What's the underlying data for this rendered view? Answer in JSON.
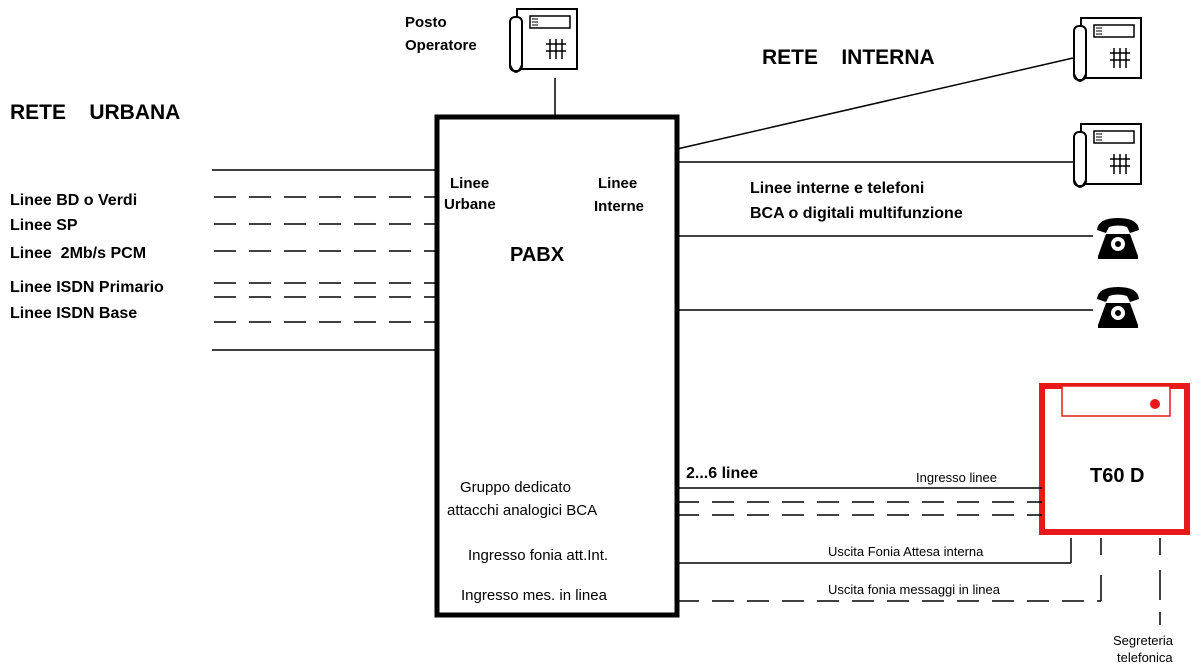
{
  "titles": {
    "rete_urbana": "RETE    URBANA",
    "rete_interna": "RETE    INTERNA"
  },
  "operator": {
    "line1": "Posto",
    "line2": "Operatore"
  },
  "pabx": {
    "label": "PABX",
    "linee_urbane_1": "Linee",
    "linee_urbane_2": "Urbane",
    "linee_interne_1": "Linee",
    "linee_interne_2": "Interne",
    "gruppo_1": "Gruppo dedicato",
    "gruppo_2": "attacchi analogici BCA",
    "ingresso_fonia": "Ingresso fonia att.Int.",
    "ingresso_mes": "Ingresso mes. in linea"
  },
  "urban_lines": [
    "Linee BD o Verdi",
    "Linee SP",
    "Linee  2Mb/s PCM",
    "Linee ISDN Primario",
    "Linee ISDN Base"
  ],
  "internal_desc": {
    "line1": "Linee interne e telefoni",
    "line2": "BCA o digitali multifunzione"
  },
  "t60d": {
    "label": "T60 D",
    "lines_count": "2...6 linee",
    "ingresso_linee": "Ingresso linee",
    "uscita_fonia": "Uscita Fonia Attesa interna",
    "uscita_messaggi": "Uscita fonia messaggi in linea",
    "segreteria_1": "Segreteria",
    "segreteria_2": "telefonica"
  },
  "colors": {
    "line": "#000000",
    "t60d_accent": "#e8191a"
  },
  "icons": {
    "operator_phone": "desk-phone-icon",
    "internal_phones": [
      "desk-phone-icon",
      "desk-phone-icon",
      "classic-telephone-icon",
      "classic-telephone-icon"
    ]
  }
}
